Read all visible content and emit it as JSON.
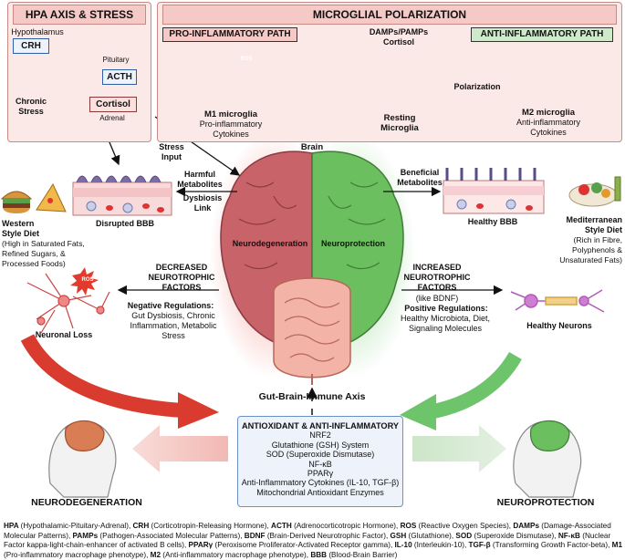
{
  "hpa": {
    "title": "HPA AXIS & STRESS",
    "hypothalamus": "Hypothalamus",
    "crh": "CRH",
    "pituitary": "Pituitary",
    "acth": "ACTH",
    "chronic_stress": "Chronic Stress",
    "cortisol": "Cortisol",
    "adrenal": "Adrenal"
  },
  "microglia": {
    "title": "MICROGLIAL POLARIZATION",
    "pro_path": "PRO-INFLAMMATORY PATH",
    "anti_path": "ANTI-INFLAMMATORY PATH",
    "damps": "DAMPs/PAMPs",
    "cortisol": "Cortisol",
    "ros": "ROS",
    "polarization": "Polarization",
    "m1_title": "M1 microglia",
    "m1_desc": "Pro-inflammatory Cytokines",
    "resting_title": "Resting Microglia",
    "m2_title": "M2 microglia",
    "m2_desc": "Anti-inflammatory Cytokines"
  },
  "left": {
    "stress_input": "Stress Input",
    "harmful": "Harmful Metabolites",
    "dysbiosis": "Dysbiosis Link",
    "disrupted_bbb": "Disrupted BBB",
    "western_title": "Western Style Diet",
    "western_desc": "(High in Saturated Fats, Refined Sugars, & Processed Foods)",
    "ros": "ROS",
    "neuronal_loss": "Neuronal Loss",
    "decreased": "DECREASED NEUROTROPHIC FACTORS",
    "neg_title": "Negative Regulations:",
    "neg_desc": "Gut Dysbiosis, Chronic Inflammation, Metabolic Stress",
    "outcome": "NEURODEGENERATION"
  },
  "right": {
    "beneficial": "Beneficial Metabolites",
    "healthy_bbb": "Healthy BBB",
    "med_title": "Mediterranean Style Diet",
    "med_desc": "(Rich in Fibre, Polyphenols & Unsaturated Fats)",
    "increased": "INCREASED NEUROTROPHIC FACTORS",
    "like_bdnf": "(like BDNF)",
    "pos_title": "Positive Regulations:",
    "pos_desc": "Healthy Microbiota, Diet, Signaling Molecules",
    "healthy_neurons": "Healthy Neurons",
    "outcome": "NEUROPROTECTION"
  },
  "brain": {
    "label": "Brain",
    "left_half": "Neurodegeneration",
    "right_half": "Neuroprotection",
    "axis": "Gut-Brain-Immune Axis"
  },
  "antiox": {
    "title": "ANTIOXIDANT & ANTI-INFLAMMATORY",
    "items": [
      "NRF2",
      "Glutathione (GSH) System",
      "SOD (Superoxide Dismutase)",
      "NF-κB",
      "PPARγ",
      "Anti-Inflammatory Cytokines (IL-10, TGF-β)",
      "Mitochondrial Antioxidant Enzymes"
    ]
  },
  "legend": [
    [
      "HPA",
      "(Hypothalamic-Pituitary-Adrenal), "
    ],
    [
      "CRH",
      "(Corticotropin-Releasing Hormone), "
    ],
    [
      "ACTH",
      "(Adrenocorticotropic Hormone), "
    ],
    [
      "ROS",
      "(Reactive Oxygen Species), "
    ],
    [
      "DAMPs",
      "(Damage-Associated Molecular Patterns), "
    ],
    [
      "PAMPs",
      "(Pathogen-Associated Molecular Patterns), "
    ],
    [
      "BDNF",
      "(Brain-Derived Neurotrophic Factor), "
    ],
    [
      "GSH",
      "(Glutathione), "
    ],
    [
      "SOD",
      "(Superoxide Dismutase), "
    ],
    [
      "NF-κB",
      "(Nuclear Factor kappa-light-chain-enhancer of activated B cells), "
    ],
    [
      "PPARγ",
      "(Peroxisome Proliferator-Activated Receptor gamma), "
    ],
    [
      "IL-10",
      "(Interleukin-10), "
    ],
    [
      "TGF-β",
      "(Transforming Growth Factor-beta), "
    ],
    [
      "M1",
      "(Pro-inflammatory macrophage phenotype), "
    ],
    [
      "M2",
      "(Anti-inflammatory macrophage phenotype), "
    ],
    [
      "BBB",
      "(Blood-Brain Barrier)"
    ]
  ],
  "colors": {
    "red": "#d93b2e",
    "green": "#5fb35a",
    "panel": "#fbe9e7",
    "blue": "#2f5ea8"
  }
}
